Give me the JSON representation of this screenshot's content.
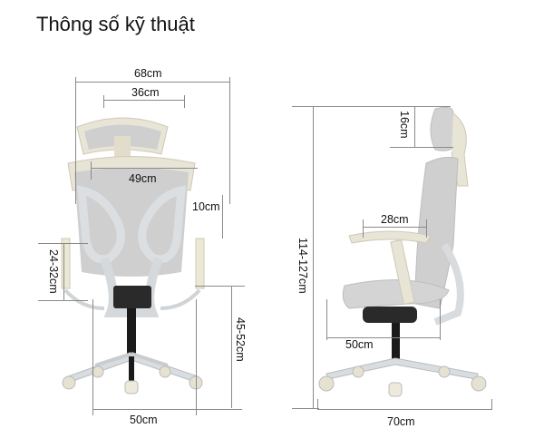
{
  "title": "Thông số kỹ thuật",
  "front_view": {
    "overall_width": "68cm",
    "headrest_width": "36cm",
    "backrest_width": "49cm",
    "lumbar_adjust": "10cm",
    "armrest_height": "24-32cm",
    "seat_height": "45-52cm",
    "base_width": "50cm"
  },
  "side_view": {
    "headrest_adjust": "16cm",
    "total_height": "114-127cm",
    "armrest_depth": "28cm",
    "seat_depth": "50cm",
    "base_depth": "70cm"
  },
  "colors": {
    "frame": "#e8e4d6",
    "mesh": "#c9c9c9",
    "metal": "#d9dde0",
    "seat_pad": "#2a2a2a",
    "dimension_line": "#8a8a8a"
  }
}
